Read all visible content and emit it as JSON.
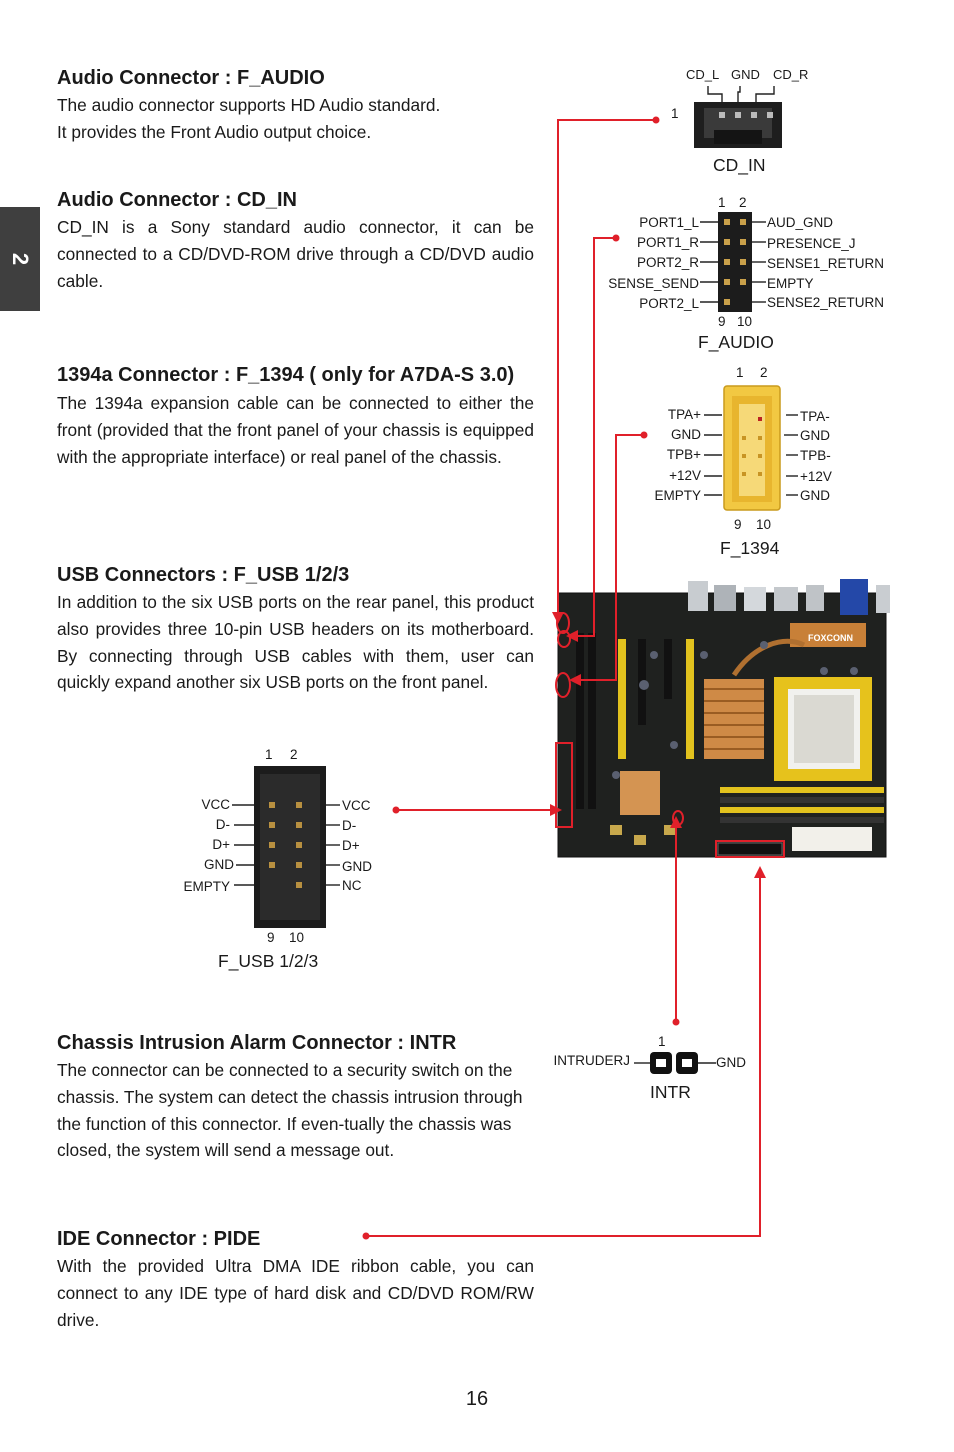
{
  "chapter_tab": "2",
  "sections": {
    "f_audio": {
      "title": "Audio Connector : F_AUDIO",
      "line1": "The audio connector supports HD Audio standard.",
      "line2": "It provides the Front Audio output choice."
    },
    "cd_in": {
      "title": "Audio Connector : CD_IN",
      "body": "CD_IN is a Sony standard audio connector, it can be connected to a CD/DVD-ROM drive through a CD/DVD audio cable."
    },
    "f_1394": {
      "title": "1394a Connector : F_1394 ( only for A7DA-S 3.0)",
      "body": "The 1394a expansion cable can be connected to either the front (provided that the front panel of your chassis is equipped with the appropriate interface) or real panel of the chassis."
    },
    "f_usb": {
      "title": "USB Connectors : F_USB 1/2/3",
      "body": "In addition to the six USB ports on the rear panel, this product also provides three 10-pin USB headers on its motherboard. By connecting through USB cables with them, user can quickly expand another six USB ports on the front panel."
    },
    "intr": {
      "title": "Chassis Intrusion Alarm Connector : INTR",
      "body": "The connector can be connected to a security switch on the chassis. The system can detect the chassis intrusion through the function of this connector. If even-tually the chassis was closed, the system will send a message out."
    },
    "pide": {
      "title": "IDE Connector : PIDE",
      "body": "With the provided Ultra DMA IDE ribbon cable, you can connect to any IDE type of hard disk and CD/DVD ROM/RW drive."
    }
  },
  "diagrams": {
    "cd_in": {
      "caption": "CD_IN",
      "pin1": "1",
      "pins": [
        "CD_L",
        "GND",
        "CD_R"
      ]
    },
    "f_audio": {
      "caption": "F_AUDIO",
      "top_numbers": [
        "1",
        "2"
      ],
      "bottom_numbers": [
        "9",
        "10"
      ],
      "left_pins": [
        "PORT1_L",
        "PORT1_R",
        "PORT2_R",
        "SENSE_SEND",
        "PORT2_L"
      ],
      "right_pins": [
        "AUD_GND",
        "PRESENCE_J",
        "SENSE1_RETURN",
        "EMPTY",
        "SENSE2_RETURN"
      ]
    },
    "f_1394": {
      "caption": "F_1394",
      "top_numbers": [
        "1",
        "2"
      ],
      "bottom_numbers": [
        "9",
        "10"
      ],
      "left_pins": [
        "TPA+",
        "GND",
        "TPB+",
        "+12V",
        "EMPTY"
      ],
      "right_pins": [
        "TPA-",
        "GND",
        "TPB-",
        "+12V",
        "GND"
      ]
    },
    "f_usb": {
      "caption": "F_USB 1/2/3",
      "top_numbers": [
        "1",
        "2"
      ],
      "bottom_numbers": [
        "9",
        "10"
      ],
      "left_pins": [
        "VCC",
        "D-",
        "D+",
        "GND",
        "EMPTY"
      ],
      "right_pins": [
        "VCC",
        "D-",
        "D+",
        "GND",
        "NC"
      ]
    },
    "intr": {
      "caption": "INTR",
      "pin1": "1",
      "left_pin": "INTRUDERJ",
      "right_pin": "GND"
    }
  },
  "motherboard": {
    "brand": "FOXCONN"
  },
  "page_number": "16",
  "colors": {
    "leader_line": "#e0202a",
    "chapter_tab": "#3f3f3f",
    "f1394_housing": "#f2c842",
    "header_housing": "#1c1c1c"
  }
}
